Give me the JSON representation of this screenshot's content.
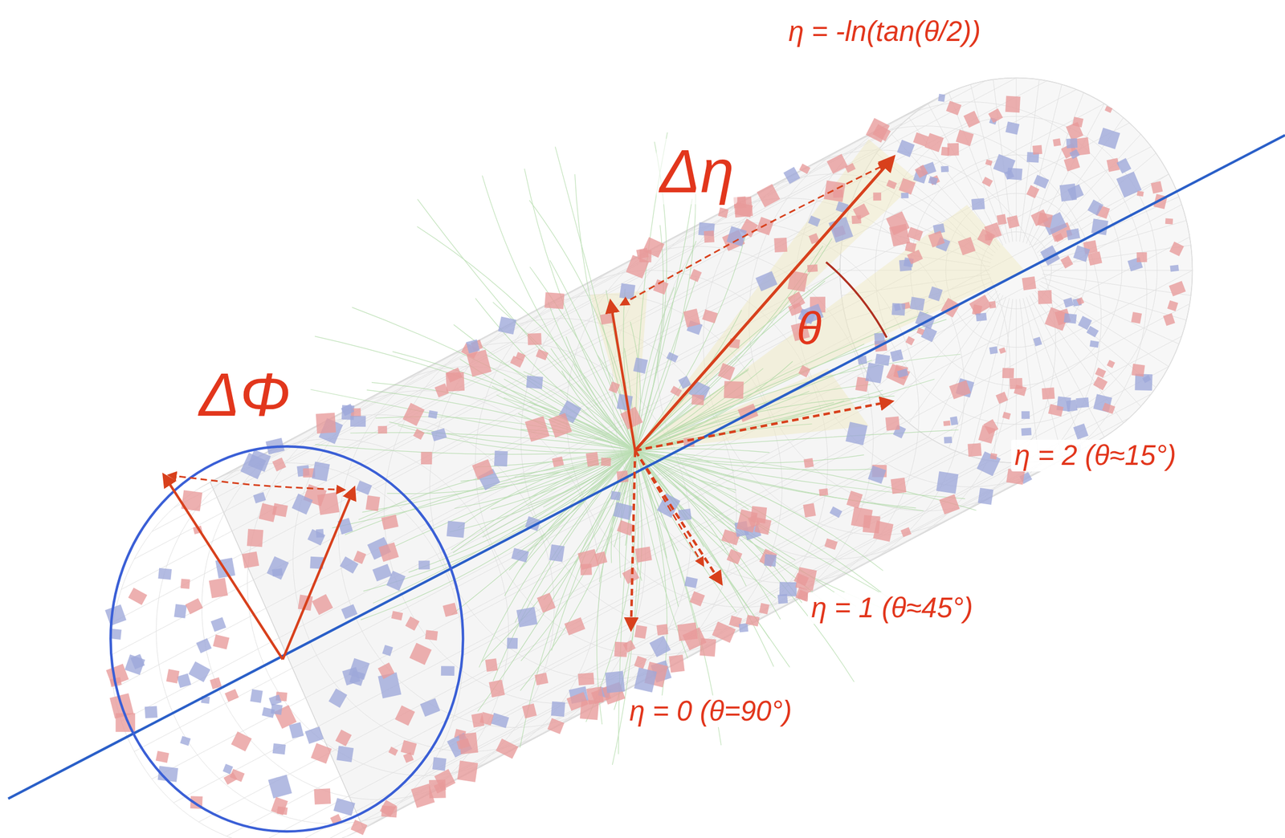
{
  "diagram": {
    "labels": [
      "η = -ln(tan(θ/2))",
      "Δη",
      "θ",
      "ΔΦ",
      "η = 2 (θ≈15°)",
      "η = 1 (θ≈45°)",
      "η = 0 (θ=90°)"
    ]
  }
}
